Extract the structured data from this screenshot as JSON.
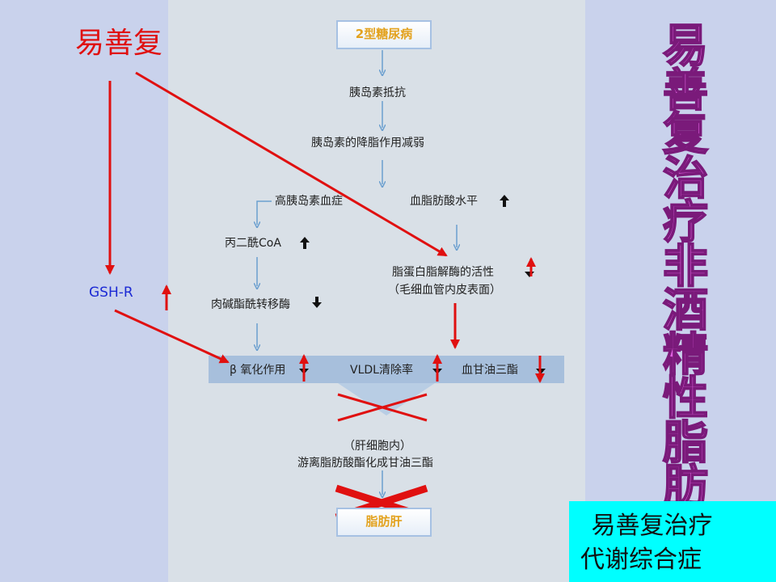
{
  "title": "易善复",
  "gsh_label": "GSH-R",
  "vertical_title": [
    "易",
    "善",
    "复",
    "治",
    "疗",
    "非",
    "酒",
    "精",
    "性",
    "脂",
    "肪",
    "肝"
  ],
  "corner_box": {
    "line1": " 易善复治疗",
    "line2": "代谢综合症"
  },
  "diagram": {
    "top_box": "2型糖尿病",
    "insulin_resistance": "胰岛素抵抗",
    "insulin_lipid_weaken": "胰岛素的降脂作用减弱",
    "hyperinsulinemia": "高胰岛素血症",
    "blood_fatty_acid": "血脂肪酸水平",
    "malonyl_coa": "丙二酰CoA",
    "lipoprotein_lipase_line1": "脂蛋白脂解酶的活性",
    "lipoprotein_lipase_line2": "（毛细血管内皮表面）",
    "carnitine_transferase": "肉碱酯酰转移酶",
    "beta_oxidation": "β 氧化作用",
    "vldl_clearance": "VLDL清除率",
    "blood_triglyceride": "血甘油三酯",
    "liver_cell_line1": "（肝细胞内）",
    "liver_cell_line2": "游离脂肪酸酯化成甘油三酯",
    "bottom_box": "脂肪肝"
  },
  "colors": {
    "background": "#c9d2ec",
    "panel": "#d9e0e7",
    "red": "#e01010",
    "arrow_blue": "#6b9fcf",
    "cyan": "#00ffff",
    "magenta": "#e060e0"
  }
}
